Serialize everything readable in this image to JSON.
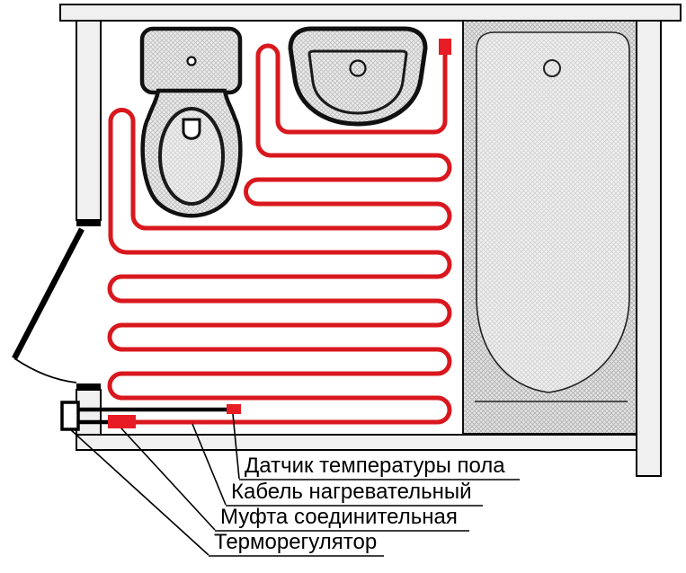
{
  "diagram_type": "underfloor-heating-bathroom-plan",
  "labels": [
    "Датчик температуры пола",
    "Кабель нагревательный",
    "Муфта соединительная",
    "Терморегулятор"
  ],
  "colors": {
    "cable": "#d8181e",
    "marker": "#e81c25",
    "wall_fill": "#f0f0f0",
    "outline": "#000000"
  }
}
